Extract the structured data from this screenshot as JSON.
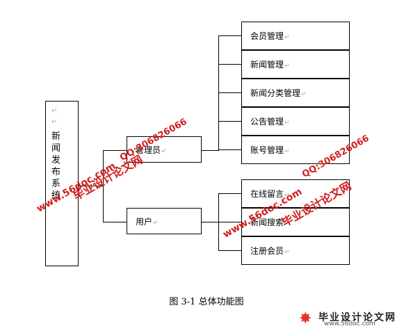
{
  "diagram": {
    "root": {
      "prefix_marks": [
        "↵",
        "↵"
      ],
      "label": "新闻发布系统"
    },
    "admin": {
      "label": "管理员"
    },
    "user": {
      "label": "用户"
    },
    "admin_children": [
      "会员管理",
      "新闻管理",
      "新闻分类管理",
      "公告管理",
      "账号管理"
    ],
    "user_children": [
      "在线留言",
      "新闻搜索",
      "注册会员"
    ],
    "return_mark": "↵"
  },
  "caption": "图 3-1 总体功能图",
  "watermarks": {
    "site": "www.56doc.com",
    "title": "毕业设计论文网",
    "qq": "QQ:306826066"
  },
  "logo": {
    "title": "毕业设计论文网",
    "url": "www.56doc.com",
    "icon": "star-logo-icon"
  },
  "colors": {
    "watermark": "#d21e1e",
    "lines": "#000000"
  }
}
